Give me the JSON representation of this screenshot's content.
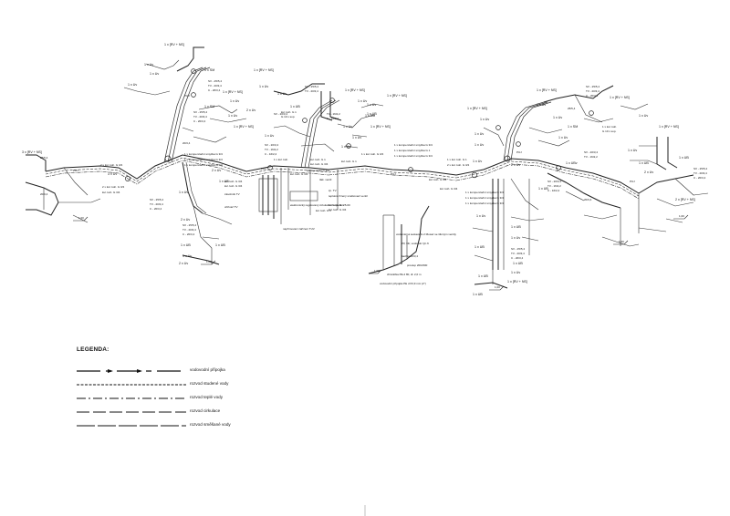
{
  "legend": {
    "title": "LEGENDA:",
    "items": [
      {
        "label": "vodovodní přípojka"
      },
      {
        "label": "rozvod studené vody"
      },
      {
        "label": "rozvod teplé vody"
      },
      {
        "label": "rozvod cirkulace"
      },
      {
        "label": "rozvod směšané vody"
      }
    ]
  },
  "labels": {
    "l01": "1 x [RV + NS]",
    "l02": "1 x Uv",
    "l03": "1 x Uv",
    "l04": "1 x Uv",
    "l05": "1 x SM",
    "l06": "SV - 25/5,4",
    "l07": "TV - 20/3,4",
    "l08": "C - 20/3,4",
    "l09": "1 x [RV + NS]",
    "l10": "1 x Uv",
    "l11": "2 x Uv",
    "l12": "1 x SM",
    "l13": "1 x Uv",
    "l14": "1 x [RV + NS]",
    "l15": "20/3,4",
    "l16": "2 x kul. koh. G 3/4",
    "l17": "3 x Uv",
    "l18": "1 x kompenzační smyčka G 3/4",
    "l19": "1 x kompenzační smyčka G 3/4",
    "l20": "1 x kompenzační smyčka G 3/4",
    "l21": "2 x Uv",
    "l22": "1 x UB",
    "l23": "1 x Uv",
    "l24": "2 x kul. koh. G 3/4",
    "l25": "kul. koh. G 3/4",
    "l26": "2 x Uv",
    "l27": "1 x UB",
    "l28": "SV - 25/5,4",
    "l29": "TV - 20/3,4",
    "l30": "C - 20/3,4",
    "l31": "1 x UB",
    "l32": "1 x Uv",
    "l33": "2 x Uv",
    "l34": "1 x [RV + NS]",
    "l35": "1 x Uv",
    "l36": "SV - 25/5,4",
    "l37": "TV - 20/3,4",
    "l38": "1 x Uv",
    "l39": "1 x UB",
    "l40": "1 x Uv",
    "l41": "kul. koh. G 1",
    "l42": "kul. koh. G 3/4",
    "l43": "zpětný ventil G 3/4",
    "l44": "kul. koh. G 1",
    "l45": "tlak. ventil",
    "l46": "kul. koh. G 3/4",
    "l47": "1 x kul. koh.",
    "l48": "zásobník TV",
    "l49": "ohřívač TV",
    "l50": "kul. koh. G 3/4",
    "l51": "kul. koh. G 3/4",
    "l52": "elektronický regulovaný cirkulační čerpadlo 25-60",
    "l53": "kul. koh. G 1",
    "l54": "zp. TV",
    "l55": "teplotně řízený směšovací ventil",
    "l56": "kul. koh. G 1",
    "l57": "kul. koh. G 3/4",
    "l58": "napřímovací zařízení TUV",
    "l59": "1 x kompenzační smyčka G 3/4",
    "l60": "1 x kompenzační smyčka G 1",
    "l61": "1 x kompenzační smyčka G 3/4",
    "l62": "1 x Uv",
    "l63": "1 x UB",
    "l64": "1 x [RV + NS]",
    "l65": "kul. koh. G 3/4",
    "l66": "kul. koh. G 3/4",
    "l67": "SV - 20/3,4",
    "l68": "TV - 16/2,2",
    "l69": "C - 16/2,2",
    "l70": "1 x kompenzační smyčka G 3/4",
    "l71": "1 x kompenzační smyčka G 3/4",
    "l72": "1 x kompenzační smyčka G 3/4",
    "l73": "2 x Uv",
    "l74": "1 x UB",
    "l75": "1 x UB",
    "l76": "1 x Uv",
    "l77": "vodoměrná sestava G 2 Mosaz se šikmým ventily",
    "l78": "ZV, filtr, vodoměr Qn 6",
    "l79": "1 x Uv",
    "l80": "1 x UB",
    "l81": "SV - 25/5,4",
    "l82": "TV - 20/3,4",
    "l83": "C - 20/3,4",
    "l84": "1 x UB",
    "l85": "1 x Uv",
    "l86": "1 x [RV + NS]",
    "l87": "SV - 20/3,4",
    "l88": "TV - 16/2,2",
    "l89": "1 x Uv",
    "l90": "1 x UBv",
    "l91": "1 x [RV + NS]",
    "l92": "25/5,4",
    "l93": "1 x Uv",
    "l94": "1 x Uv",
    "l95": "1 x [RV + NS]",
    "l96": "1 x UB",
    "l97": "1 x UB",
    "l98": "2 x Uv",
    "l99": "2 x [RV + NS]",
    "l100": "20/3,4",
    "l101": "25/5,4",
    "l102": "3 x [RV + NS]",
    "l103": "20/3,4",
    "l104": "1,00",
    "l105": "1,00",
    "l106": "1,00",
    "l107": "1,00",
    "l108": "1,00",
    "l109": "1,00",
    "l110": "šachta 20/3,4",
    "l111": "vodovodní přípojka PE d 63,9 mm (2\")",
    "l112": "chránička PE d 80, dl. 2,0 m",
    "l113": "prostup 200x500",
    "l114": "SV - 25/5,4",
    "l115": "TV - 20/3,4",
    "l116": "C - 20/3,4",
    "l117": "SV - 25/5,4",
    "l118": "TV - 20/3,4",
    "l119": "C - 20/3,4",
    "l120": "PUJ",
    "l121": "PUJ",
    "l122": "PUJ",
    "l123": "PUJ",
    "l124": "PUJ",
    "l125": "PUJ",
    "l126": "1 x [RV + NS]",
    "l127": "1 x Uv",
    "l128": "1 x SM",
    "l129": "1 x Uv",
    "l130": "1 x [RV + NS]",
    "l131": "1 x Uv",
    "l132": "1 x Uv",
    "l133": "kul. koh. G 1",
    "l134": "G 10 x sop.",
    "l135": "1 x [RV + NS]",
    "l136": "1 x kul. koh.",
    "l137": "G 10 x sop.",
    "l138": "1 x Uv",
    "l139": "1 x SM",
    "l140": "1 x Uv",
    "l141": "1 x Uv",
    "l142": "1 x Uv",
    "l143": "1 x [RV + NS]",
    "l144": "1 x Uv",
    "l145": "1 x Uv",
    "l146": "1 x UB",
    "l147": "1 x UB",
    "l148": "SV - 20/3,4",
    "l149": "TV - 16/2,2",
    "l150": "C - 16/2,2",
    "l151": "SV - 25/5,4",
    "l152": "TV - 20/3,4",
    "l153": "C - 20/3,4",
    "l154": "SV - 25/5,4",
    "l155": "TV - 20/3,4",
    "l156": "C - 20/3,4",
    "l157": "SV - 20/3,4",
    "l158": "TV - 16/2,2",
    "l159": "C - 16/2,2",
    "l160": "2 x kul. koh. G 3/4",
    "l161": "1 x kul. koh. G 1",
    "l162": "1 x kul. koh. G 3/4"
  }
}
